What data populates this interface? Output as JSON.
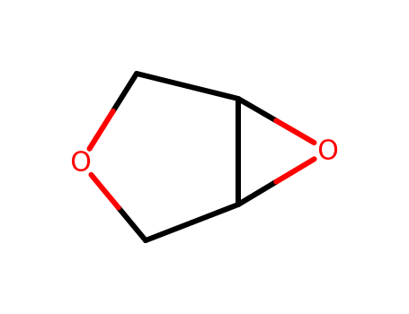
{
  "molecule": {
    "atoms": [
      {
        "id": "C1",
        "element": "C",
        "label": ""
      },
      {
        "id": "C2",
        "element": "C",
        "label": ""
      },
      {
        "id": "C3",
        "element": "C",
        "label": ""
      },
      {
        "id": "C4",
        "element": "C",
        "label": ""
      },
      {
        "id": "O1",
        "element": "O",
        "label": "O"
      },
      {
        "id": "O2",
        "element": "O",
        "label": "O"
      }
    ],
    "bonds": [
      {
        "a": "C1",
        "b": "C3"
      },
      {
        "a": "C3",
        "b": "C4"
      },
      {
        "a": "C4",
        "b": "C2"
      },
      {
        "a": "C1",
        "b": "O1"
      },
      {
        "a": "C2",
        "b": "O1"
      },
      {
        "a": "C3",
        "b": "O2"
      },
      {
        "a": "C4",
        "b": "O2"
      }
    ]
  },
  "colors": {
    "carbon": "#000000",
    "oxygen": "#ff0000",
    "background": "#ffffff"
  }
}
